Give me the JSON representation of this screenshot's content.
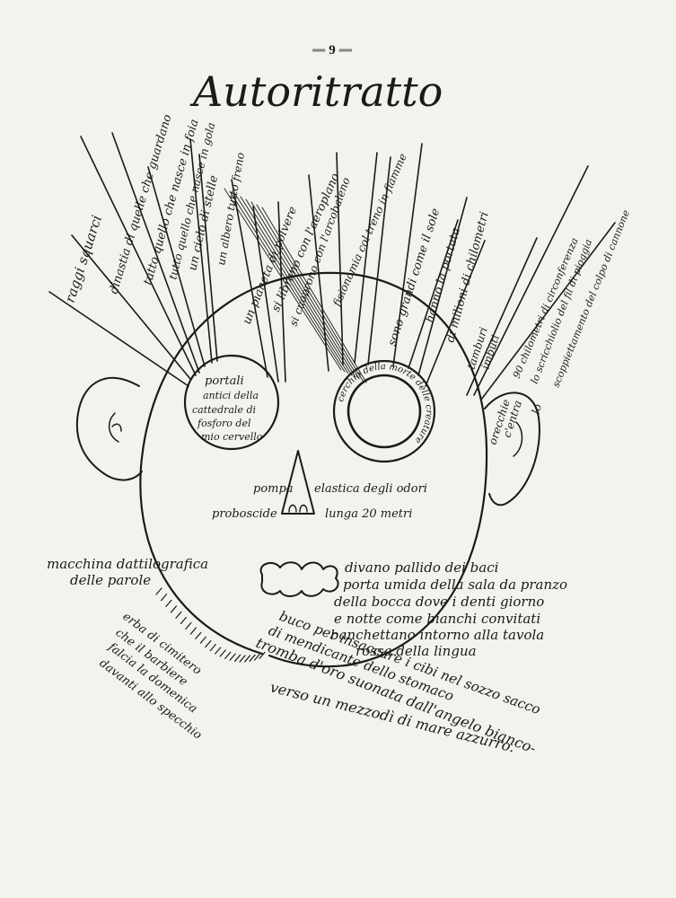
{
  "page_number": "9",
  "title": "Autoritratto",
  "hair_lines": [
    "raggi squarci",
    "dinastia di quelle che guardano",
    "tutto quello che nasce in gola",
    "tutto quello che nasce in foia",
    "un cielo di stelle",
    "un albero tutto freno",
    "un pianeta di polvere",
    "si librano con l'aeroplano",
    "si cuoprono con l'arcobaleno",
    "fisionomia col treno in fiamme",
    "sono grandi come il sole",
    "hanno la portata",
    "di milioni di chilometri",
    "90 chilometri di circonferenza",
    "lo scricchiolio del fil di pioggia",
    "scoppiettamento del colpo di cannone"
  ],
  "left_eye": [
    "portali",
    "antici della",
    "cattedrale di",
    "fosforo del",
    "mio cervello"
  ],
  "right_eye": "cerchio della morte delle creature",
  "right_ear_labels": [
    "tamburi",
    "imbuti",
    "orecchie",
    "c'entra",
    "lo"
  ],
  "nose": [
    "pompa",
    "elastica degli odori",
    "proboscide",
    "lunga 20 metri"
  ],
  "left_text": [
    "macchina dattilografica",
    "delle parole"
  ],
  "mouth_text": [
    "divano pallido dei baci",
    "porta umida della sala da pranzo",
    "della bocca dove i denti giorno",
    "e notte come bianchi convitati",
    "banchettano intorno alla tavola",
    "rossa della lingua"
  ],
  "chin_text": [
    "erba di cimitero",
    "che il barbiere",
    "falcia la domenica",
    "davanti allo specchio"
  ],
  "throat_text": [
    "buco per insaccare i cibi nel sozzo sacco",
    "di mendicante dello stomaco",
    "tromba d'oro suonata dall'angelo bianco-",
    "verso un mezzodì di mare azzurro."
  ]
}
